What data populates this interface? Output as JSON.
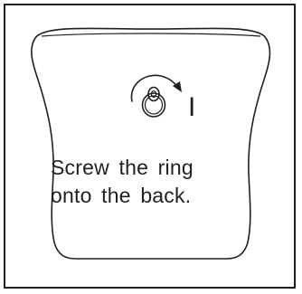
{
  "diagram": {
    "step_numeral": "I",
    "instruction_lines": [
      "Screw the ring",
      "onto the back."
    ],
    "icons": {
      "pouch": "pouch-outline-icon",
      "ring": "ring-icon",
      "rotation": "clockwise-rotate-arrow-icon"
    },
    "colors": {
      "stroke": "#231f20",
      "background": "#ffffff"
    }
  }
}
